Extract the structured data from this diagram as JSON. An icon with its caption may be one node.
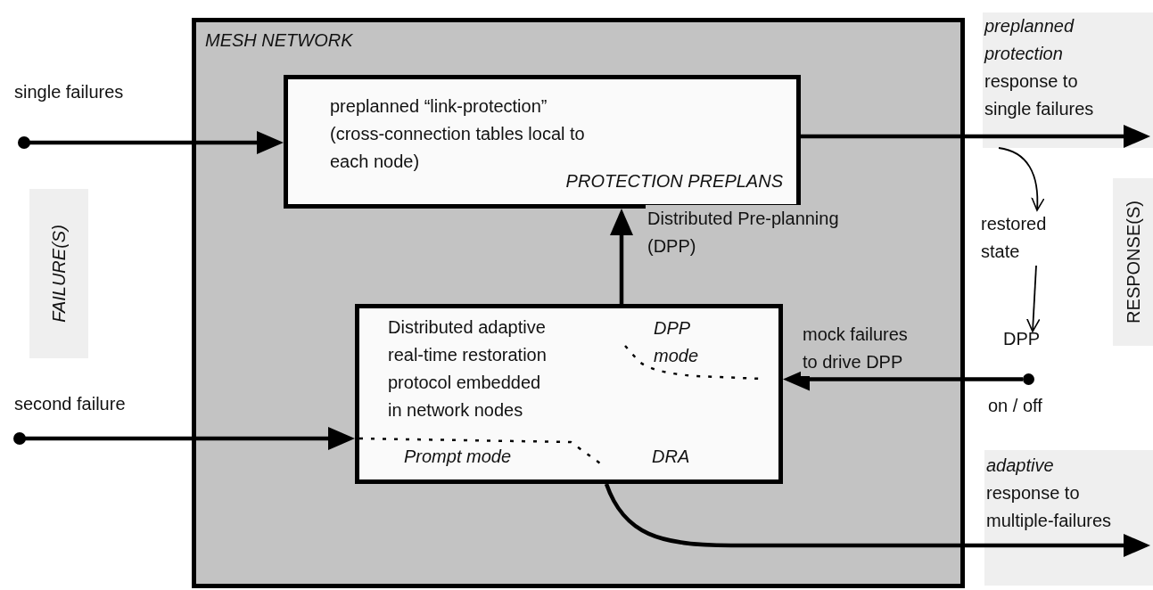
{
  "diagram": {
    "nodes": [
      {
        "text": [
          "MESH NETWORK"
        ]
      },
      {
        "text": [
          "preplanned “link-protection” (cross-connection tables local to each node)",
          "PROTECTION PREPLANS"
        ],
        "in": 0
      },
      {
        "text": [
          "Distributed adaptive real-time restoration protocol embedded in network nodes",
          "DPP mode",
          "Prompt mode",
          "DRA"
        ],
        "in": 0
      },
      {
        "text": [
          "FAILURE(S)"
        ]
      },
      {
        "text": [
          "*preplanned protection* response to single failures"
        ]
      },
      {
        "text": [
          "restored state"
        ]
      },
      {
        "text": [],
        "shape": "circle",
        "beside": [
          "DPP",
          "on / off"
        ]
      },
      {
        "text": [
          "RESPONSE(S)"
        ]
      },
      {
        "text": [
          "*adaptive* response to multiple-failures"
        ]
      }
    ],
    "edges": [
      {
        "from": null,
        "to": 1,
        "arrow": "to",
        "label": "single failures"
      },
      {
        "from": null,
        "to": 2,
        "arrow": "to",
        "label": "second failure"
      },
      {
        "from": 1,
        "to": 4,
        "arrow": "to"
      },
      {
        "from": 2,
        "to": 1,
        "arrow": "to",
        "label": "Distributed Pre-planning (DPP)"
      },
      {
        "from": 6,
        "to": 2,
        "arrow": "to",
        "label": "mock failures to drive DPP"
      },
      {
        "from": 2,
        "to": 8,
        "arrow": "to"
      },
      {
        "from": 4,
        "to": 5,
        "arrow": "to"
      },
      {
        "from": 5,
        "to": 6,
        "arrow": "to"
      }
    ]
  }
}
